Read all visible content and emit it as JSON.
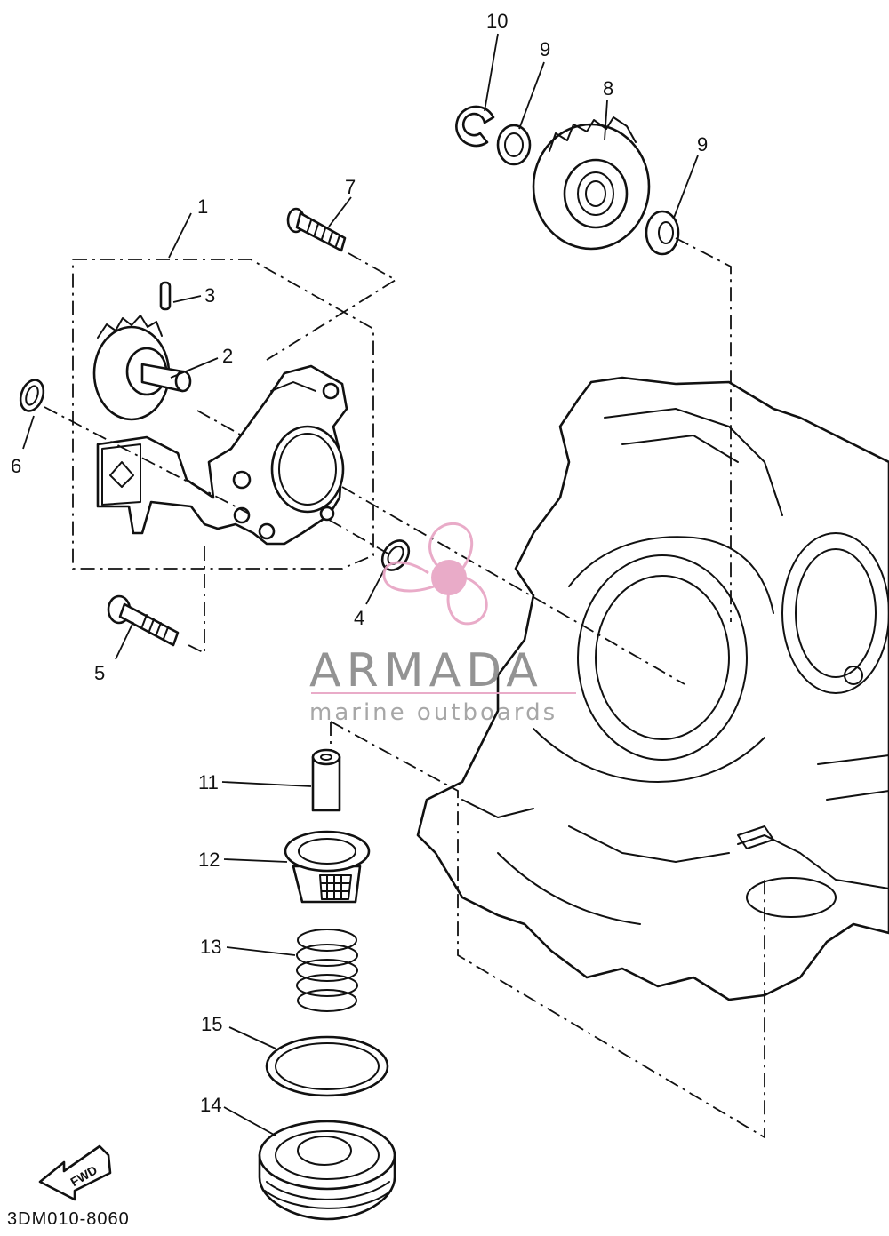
{
  "callouts": {
    "c1": "1",
    "c2": "2",
    "c3": "3",
    "c4": "4",
    "c5": "5",
    "c6": "6",
    "c7": "7",
    "c8": "8",
    "c9a": "9",
    "c9b": "9",
    "c10": "10",
    "c11": "11",
    "c12": "12",
    "c13": "13",
    "c14": "14",
    "c15": "15"
  },
  "direction_label": "FWD",
  "diagram_code": "3DM010-8060",
  "watermark": {
    "title": "ARMADA",
    "subtitle": "marine outboards",
    "color": "#e8a4c4"
  }
}
